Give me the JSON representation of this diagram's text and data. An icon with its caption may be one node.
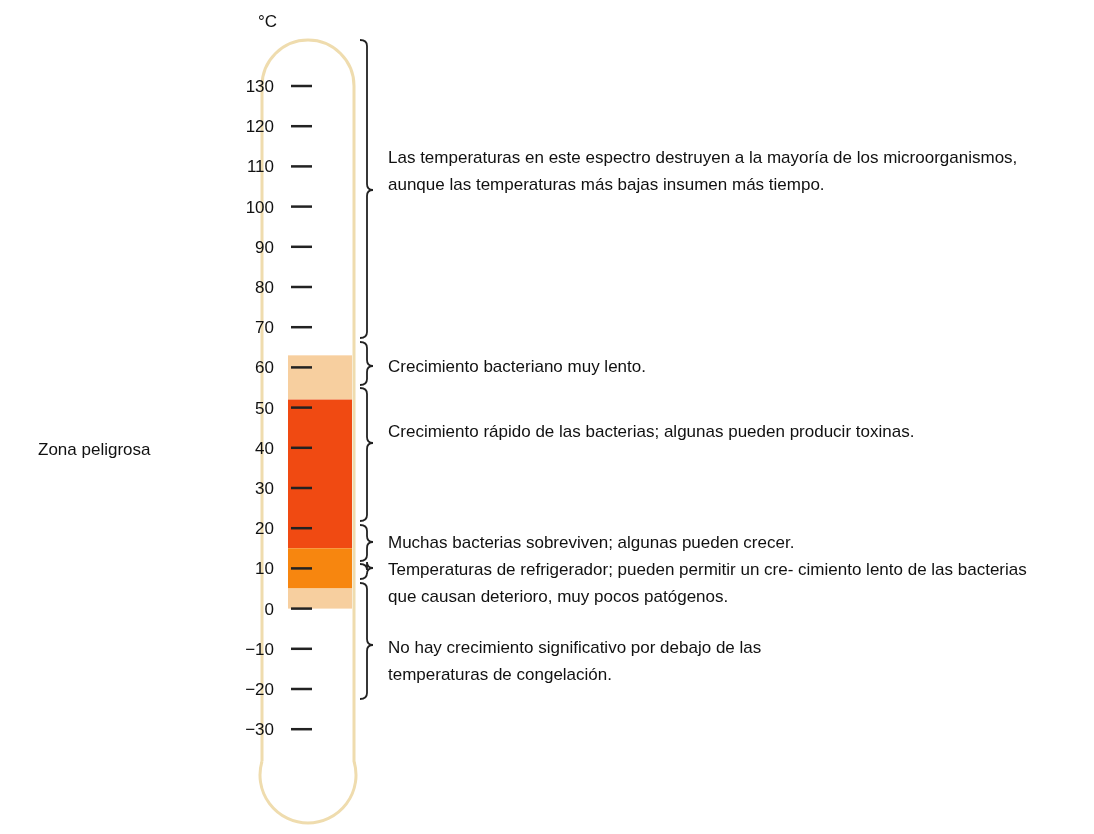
{
  "diagram": {
    "labels": [
      "°C",
      "130",
      "120",
      "110",
      "100",
      "90",
      "80",
      "70",
      "60",
      "50",
      "40",
      "30",
      "20",
      "10",
      "0",
      "−10",
      "−20",
      "−30",
      "Las temperaturas en este espectro destruyen a la mayoría de los microorganismos, aunque las temperaturas más bajas insumen más tiempo.",
      "Crecimiento bacteriano muy lento.",
      "Crecimiento rápido de las bacterias; algunas pueden producir toxinas.",
      "Muchas bacterias sobreviven; algunas pueden crecer.",
      "Temperaturas de refrigerador; pueden permitir un cre- cimiento lento de las bacterias que causan deterioro, muy pocos patógenos.",
      "No hay crecimiento significativo por debajo de las temperaturas de congelación.",
      "Zona peligrosa"
    ]
  }
}
